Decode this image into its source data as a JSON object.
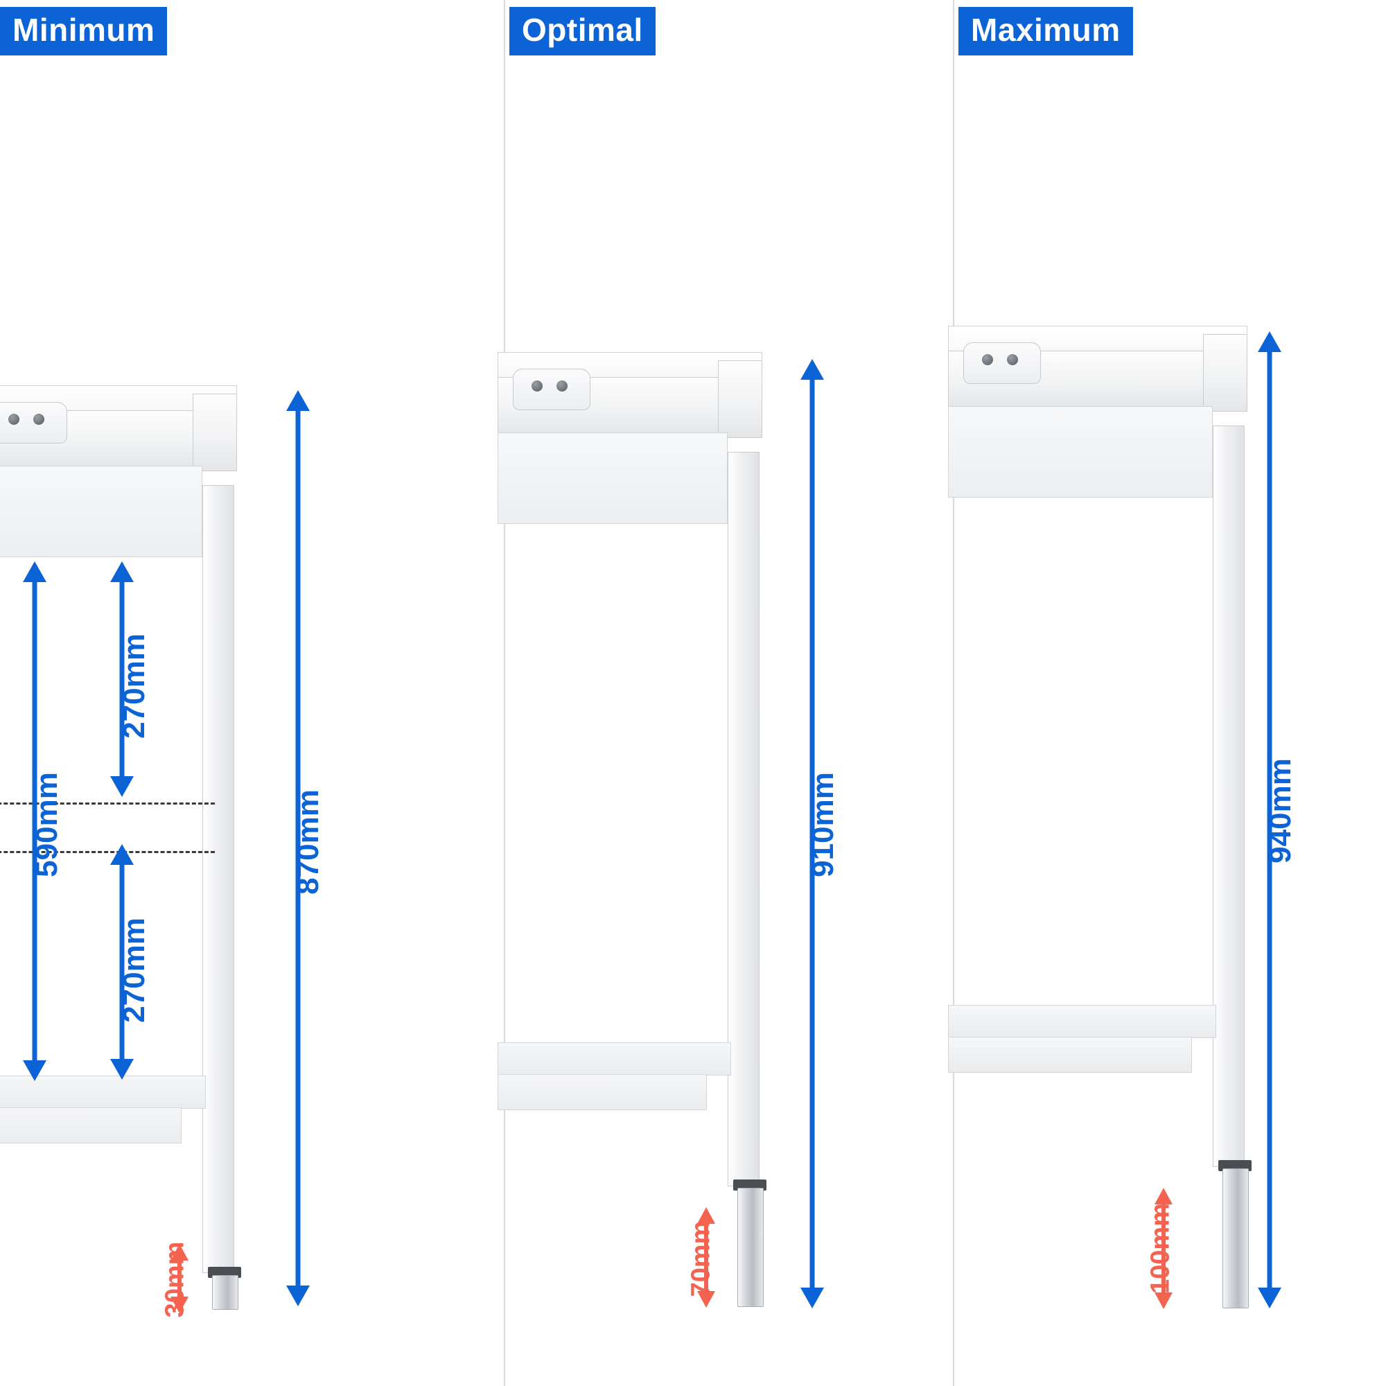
{
  "meta": {
    "diagram_type": "technical-dimension-diagram",
    "subject": "stainless steel work table height adjustment",
    "accent_color": "#0b63d6",
    "secondary_color": "#f4634f",
    "background": "#ffffff"
  },
  "panels": [
    {
      "id": "minimum",
      "badge": "Minimum",
      "total_height": "870mm",
      "foot_extension": "30mm",
      "clearance": "590mm",
      "sub_upper": "270mm",
      "sub_lower": "270mm"
    },
    {
      "id": "optimal",
      "badge": "Optimal",
      "total_height": "910mm",
      "foot_extension": "70mm"
    },
    {
      "id": "maximum",
      "badge": "Maximum",
      "total_height": "940mm",
      "foot_extension": "100mm"
    }
  ]
}
